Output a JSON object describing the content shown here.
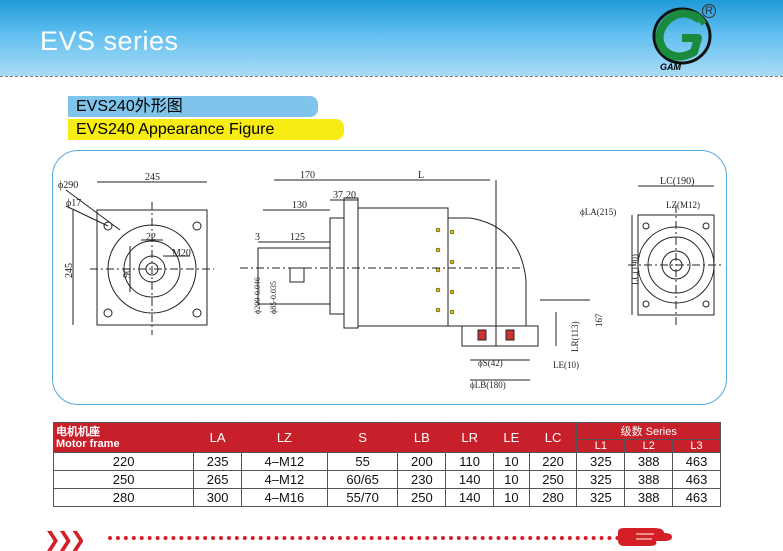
{
  "header": {
    "title": "EVS series",
    "logo_text": "GAM",
    "logo_reg": "R"
  },
  "subtitle_cn": "EVS240外形图",
  "subtitle_en": "EVS240 Appearance Figure",
  "drawing": {
    "front": {
      "phi290": "ϕ290",
      "phi17": "ϕ17",
      "w245": "245",
      "h245": "245",
      "d22": "22",
      "m20": "M20",
      "d90": "90"
    },
    "side": {
      "d170": "170",
      "dL": "L",
      "d130": "130",
      "d37": "37",
      "d20": "20",
      "d3": "3",
      "d125": "125",
      "phi200": "ϕ200-0.046",
      "phi200_top": "0",
      "phi85": "ϕ85-0.035",
      "phi85_top": "0",
      "d167": "167",
      "lr": "LR(113)",
      "s42": "ϕS(42)",
      "le": "LE(10)",
      "lb": "ϕLB(180)"
    },
    "right": {
      "lc190": "LC(190)",
      "la215": "ϕLA(215)",
      "lzm12": "LZ(M12)",
      "lc190v": "LC(190)"
    }
  },
  "table": {
    "headers": {
      "motor_cn": "电机机座",
      "motor_en": "Motor frame",
      "la": "LA",
      "lz": "LZ",
      "s": "S",
      "lb": "LB",
      "lr": "LR",
      "le": "LE",
      "lc": "LC",
      "series": "级数   Series",
      "l1": "L1",
      "l2": "L2",
      "l3": "L3"
    },
    "rows": [
      [
        "220",
        "235",
        "4–M12",
        "55",
        "200",
        "110",
        "10",
        "220",
        "325",
        "388",
        "463"
      ],
      [
        "250",
        "265",
        "4–M12",
        "60/65",
        "230",
        "140",
        "10",
        "250",
        "325",
        "388",
        "463"
      ],
      [
        "280",
        "300",
        "4–M16",
        "55/70",
        "250",
        "140",
        "10",
        "280",
        "325",
        "388",
        "463"
      ]
    ]
  },
  "colors": {
    "accent": "#c8202a",
    "header_blue": "#1f9ad8",
    "sub1_bg": "#7fc4ea",
    "sub2_bg": "#f7ec13"
  }
}
